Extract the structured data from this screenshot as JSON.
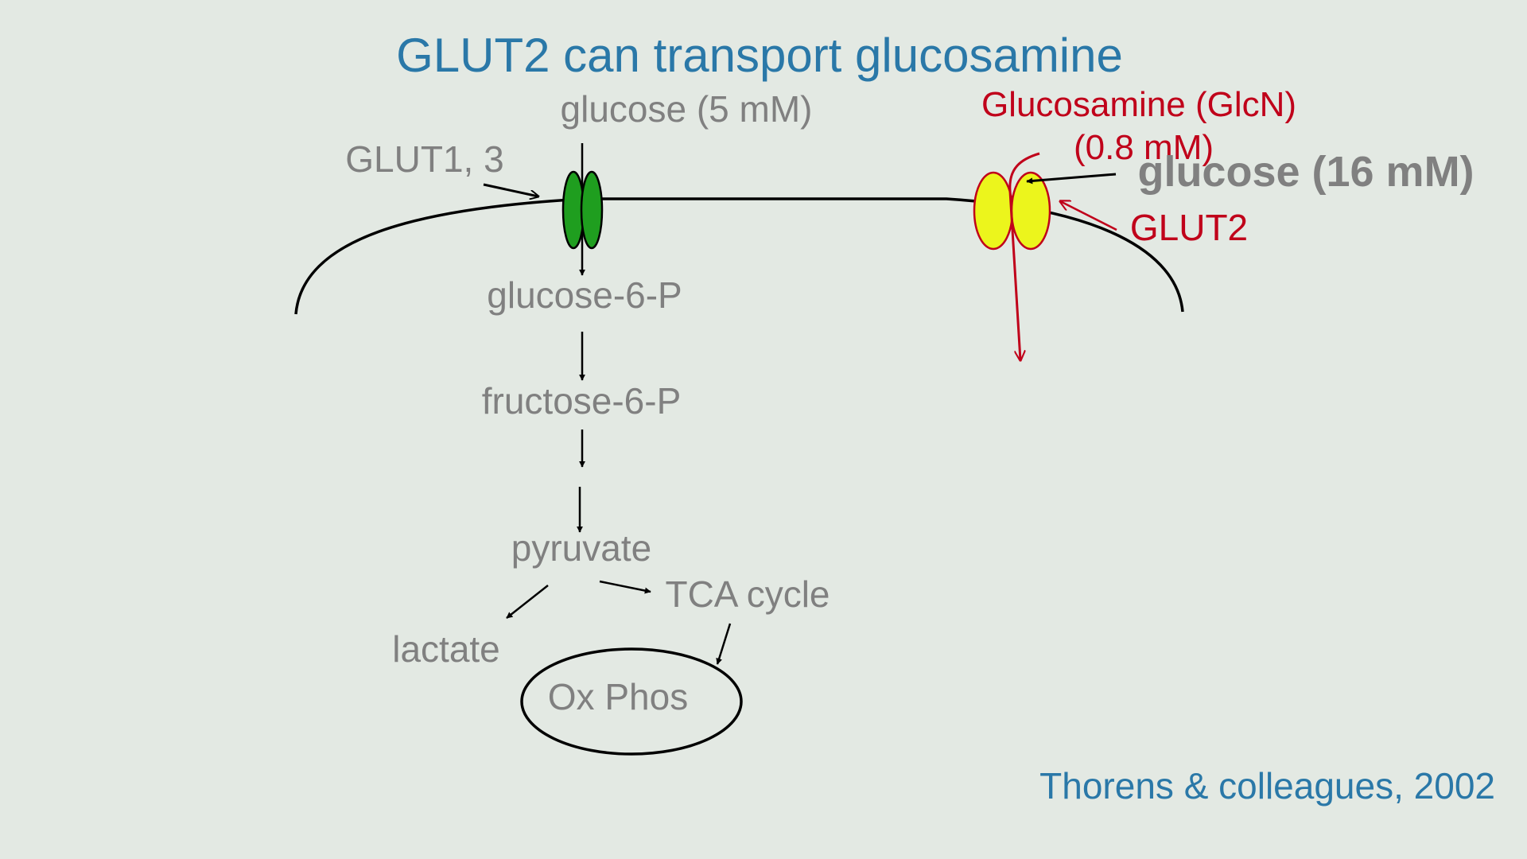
{
  "slide": {
    "title": "GLUT2 can transport glucosamine",
    "citation": "Thorens & colleagues, 2002"
  },
  "labels": {
    "glucose_outside": "glucose (5 mM)",
    "glut13": "GLUT1, 3",
    "glucosamine_line1": "Glucosamine (GlcN)",
    "glucosamine_line2": "(0.8 mM)",
    "glucose_high": "glucose (16 mM)",
    "glut2": "GLUT2",
    "g6p": "glucose-6-P",
    "f6p": "fructose-6-P",
    "pyruvate": "pyruvate",
    "tca": "TCA cycle",
    "lactate": "lactate",
    "oxphos": "Ox Phos"
  },
  "colors": {
    "background": "#e3e9e3",
    "title": "#2a78a8",
    "gray_text": "#808080",
    "red": "#c0001a",
    "glut13_fill": "#1f9e1f",
    "glut2_fill": "#ecf51c",
    "black": "#000000"
  },
  "icons": {
    "glut13_transporter": "green-double-ellipse-icon",
    "glut2_transporter": "yellow-double-ellipse-icon"
  }
}
